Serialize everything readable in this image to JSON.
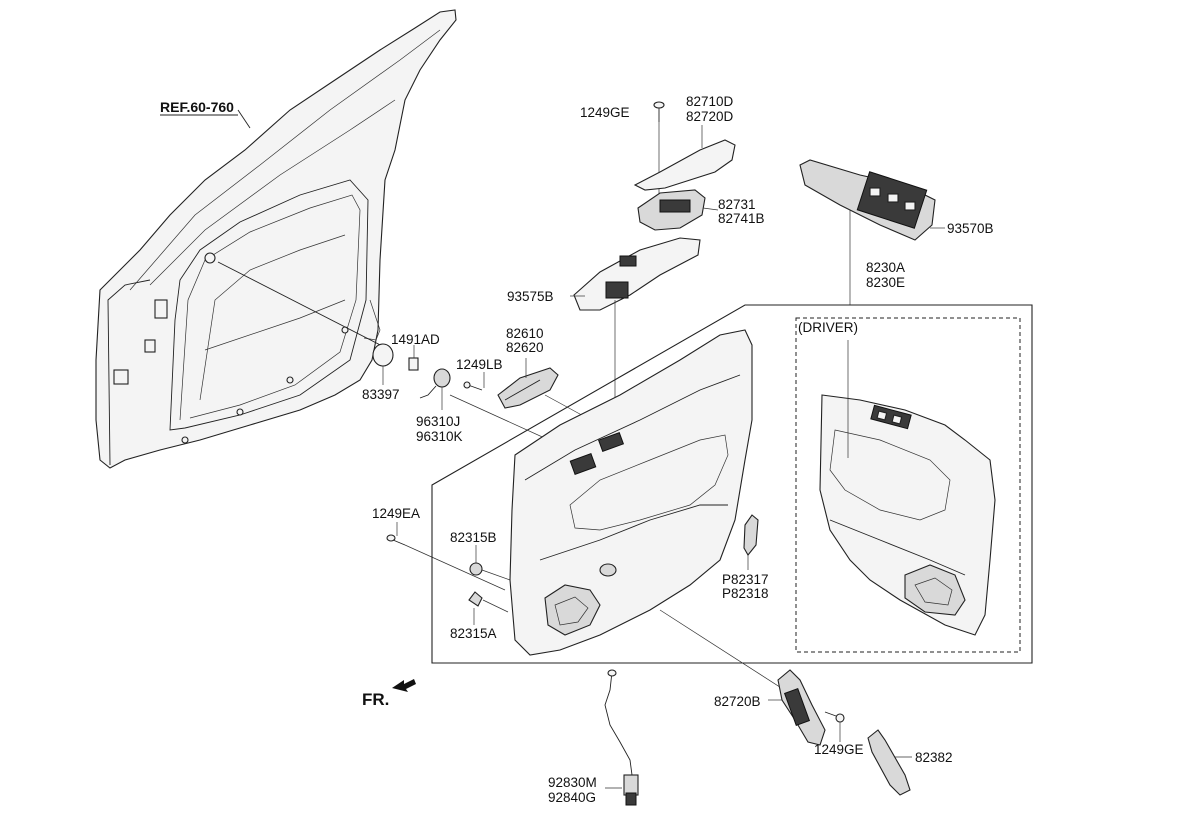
{
  "reference": "REF.60-760",
  "front_marker": "FR.",
  "driver_label": "(DRIVER)",
  "parts": {
    "p1249GE_top": "1249GE",
    "p82710D": "82710D",
    "p82720D": "82720D",
    "p82731": "82731",
    "p82741B": "82741B",
    "p93570B": "93570B",
    "p8230A": "8230A",
    "p8230E": "8230E",
    "p93575B": "93575B",
    "p1491AD": "1491AD",
    "p82610": "82610",
    "p82620": "82620",
    "p1249LB": "1249LB",
    "p83397": "83397",
    "p96310J": "96310J",
    "p96310K": "96310K",
    "p1249EA": "1249EA",
    "p82315B": "82315B",
    "p82315A": "82315A",
    "pP82317": "P82317",
    "pP82318": "P82318",
    "p82720B": "82720B",
    "p1249GE_bot": "1249GE",
    "p82382": "82382",
    "p92830M": "92830M",
    "p92840G": "92840G"
  }
}
